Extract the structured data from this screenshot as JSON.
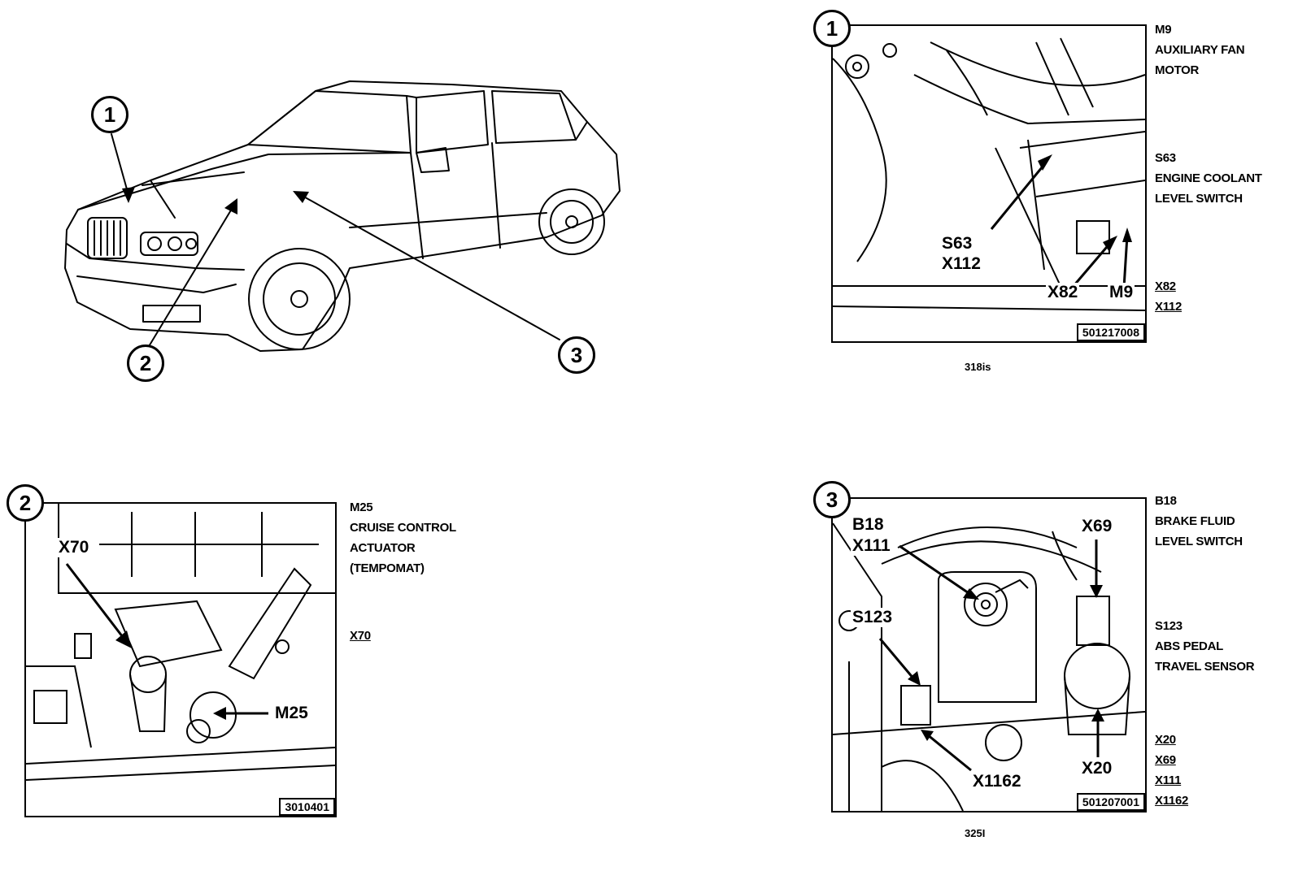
{
  "overview": {
    "markers": [
      "1",
      "2",
      "3"
    ]
  },
  "panel1": {
    "marker": "1",
    "fig_id": "501217008",
    "caption": "318is",
    "callouts": {
      "s63": "S63",
      "x112": "X112",
      "x82": "X82",
      "m9": "M9"
    },
    "legend": [
      {
        "code": "M9",
        "lines": [
          "AUXILIARY FAN",
          "MOTOR"
        ]
      },
      {
        "code": "S63",
        "lines": [
          "ENGINE COOLANT",
          "LEVEL SWITCH"
        ]
      }
    ],
    "connectors": [
      "X82",
      "X112"
    ]
  },
  "panel2": {
    "marker": "2",
    "fig_id": "3010401",
    "callouts": {
      "x70": "X70",
      "m25": "M25"
    },
    "legend": [
      {
        "code": "M25",
        "lines": [
          "CRUISE CONTROL",
          "ACTUATOR",
          "(TEMPOMAT)"
        ]
      }
    ],
    "connectors": [
      "X70"
    ]
  },
  "panel3": {
    "marker": "3",
    "fig_id": "501207001",
    "caption": "325I",
    "callouts": {
      "b18": "B18",
      "x111": "X111",
      "x69": "X69",
      "s123": "S123",
      "x1162": "X1162",
      "x20": "X20"
    },
    "legend": [
      {
        "code": "B18",
        "lines": [
          "BRAKE FLUID",
          "LEVEL SWITCH"
        ]
      },
      {
        "code": "S123",
        "lines": [
          "ABS PEDAL",
          "TRAVEL SENSOR"
        ]
      }
    ],
    "connectors": [
      "X20",
      "X69",
      "X111",
      "X1162"
    ]
  }
}
